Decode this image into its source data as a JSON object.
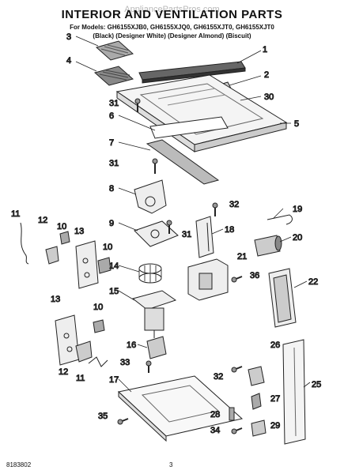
{
  "watermark": "AppliancePartsPros.com",
  "header": {
    "title": "INTERIOR AND VENTILATION PARTS",
    "models_line": "For Models: GH6155XJB0, GH6155XJQ0, GH6155XJT0, GH6155XJT0",
    "colors_line": "(Black)  (Designer White) (Designer Almond)  (Biscuit)"
  },
  "callouts": [
    "1",
    "2",
    "3",
    "4",
    "5",
    "6",
    "7",
    "8",
    "9",
    "10",
    "10",
    "10",
    "11",
    "11",
    "12",
    "12",
    "13",
    "13",
    "14",
    "15",
    "16",
    "17",
    "18",
    "19",
    "20",
    "21",
    "22",
    "25",
    "26",
    "27",
    "28",
    "29",
    "30",
    "31",
    "31",
    "31",
    "32",
    "32",
    "33",
    "34",
    "35",
    "36"
  ],
  "footer": {
    "doc_number": "8183802",
    "page_number": "3"
  }
}
